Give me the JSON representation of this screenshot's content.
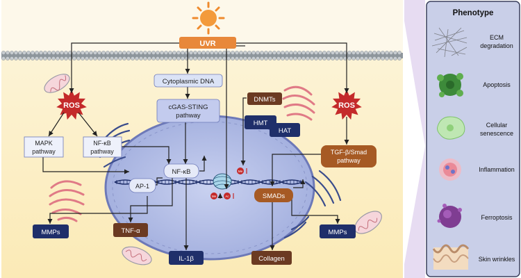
{
  "stimulus": {
    "label": "UVR"
  },
  "nodes": {
    "ros_left": "ROS",
    "ros_right": "ROS",
    "cytoplasmic_dna": "Cytoplasmic DNA",
    "cgas_sting": [
      "cGAS-STING",
      "pathway"
    ],
    "dnmts": "DNMTs",
    "hmt": "HMT",
    "hat": "HAT",
    "mapk": [
      "MAPK",
      "pathway"
    ],
    "nfkb_pathway": [
      "NF-κB",
      "pathway"
    ],
    "tgfb": [
      "TGF-β/Smad",
      "pathway"
    ],
    "ap1": "AP-1",
    "nfkb": "NF-κB",
    "smads": "SMADs",
    "mmps_left": "MMPs",
    "tnfa": "TNF-α",
    "il1b": "IL-1β",
    "collagen": "Collagen",
    "mmps_right": "MMPs",
    "me": "Me",
    "ac": "Ac"
  },
  "phenotype": {
    "title": "Phenotype",
    "items": [
      {
        "label": [
          "ECM",
          "degradation"
        ],
        "icon": "ecm-fibers-icon"
      },
      {
        "label": [
          "Apoptosis"
        ],
        "icon": "apoptotic-cell-icon"
      },
      {
        "label": [
          "Cellular",
          "senescence"
        ],
        "icon": "senescent-cell-icon"
      },
      {
        "label": [
          "Inflammation"
        ],
        "icon": "inflamed-cell-icon"
      },
      {
        "label": [
          "Ferroptosis"
        ],
        "icon": "ferroptotic-cell-icon"
      },
      {
        "label": [
          "Skin wrinkles"
        ],
        "icon": "skin-wrinkle-icon"
      }
    ]
  },
  "colors": {
    "cell_bg": "#fdf1cf",
    "nucleus": "#b8c3e8",
    "navy": "#1f2f6a",
    "brown": "#6b3a22",
    "orange": "#e8883a",
    "ros_red": "#c42a2a",
    "panel_bg": "#c9cfe8"
  }
}
